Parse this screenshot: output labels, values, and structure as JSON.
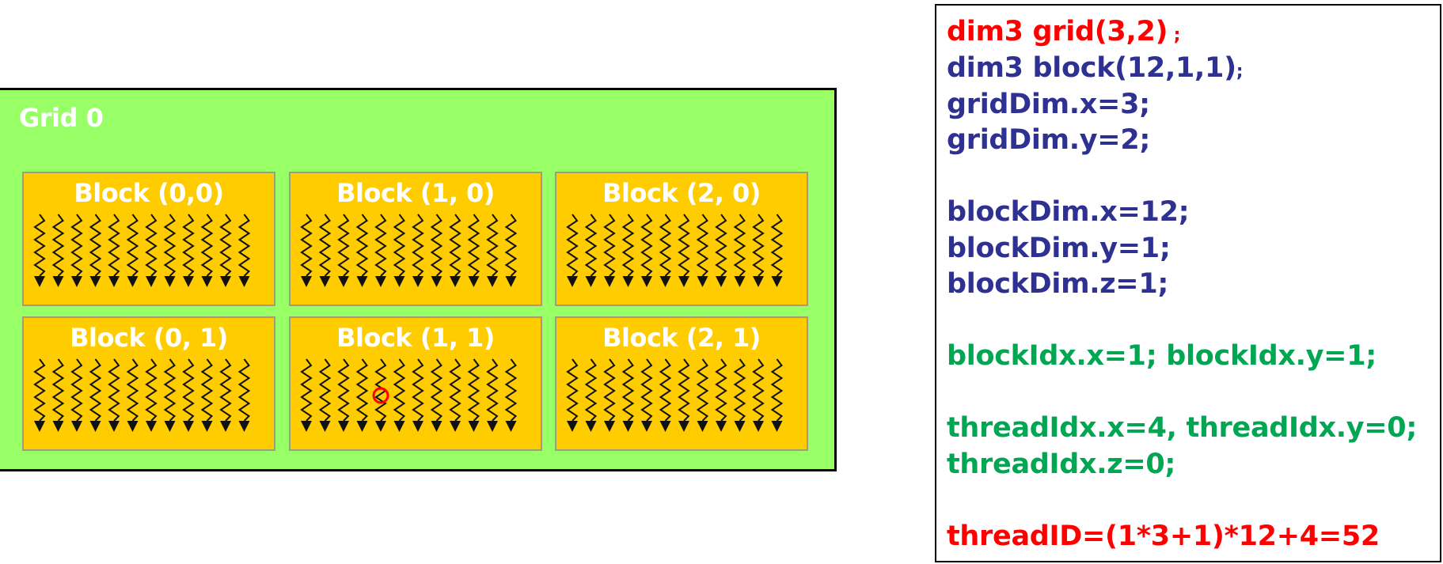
{
  "grid": {
    "title": "Grid 0",
    "blocks": [
      {
        "label": "Block (0,0)"
      },
      {
        "label": "Block (1, 0)"
      },
      {
        "label": "Block (2, 0)"
      },
      {
        "label": "Block (0, 1)"
      },
      {
        "label": "Block (1, 1)"
      },
      {
        "label": "Block (2, 1)"
      }
    ],
    "threads_per_block": 12,
    "highlight": {
      "block_index": 4,
      "thread_index": 4,
      "marker_color": "#ff0000"
    },
    "colors": {
      "grid_bg": "#99ff66",
      "block_bg": "#ffcc00",
      "label": "#ffffff"
    }
  },
  "code": {
    "line1": {
      "main": "dim3 grid(3,2)",
      "tail": " ;"
    },
    "line2": {
      "main": "dim3 block(12,1,1)",
      "tail": ";"
    },
    "line3": "gridDim.x=3;",
    "line4": "gridDim.y=2;",
    "line5": "blockDim.x=12;",
    "line6": "blockDim.y=1;",
    "line7": "blockDim.z=1;",
    "line8": "blockIdx.x=1; blockIdx.y=1;",
    "line9": "threadIdx.x=4, threadIdx.y=0;",
    "line10": "threadIdx.z=0;",
    "line11": "threadID=(1*3+1)*12+4=52",
    "colors": {
      "red": "#ff0000",
      "navy": "#2e3192",
      "green": "#00a651"
    }
  }
}
